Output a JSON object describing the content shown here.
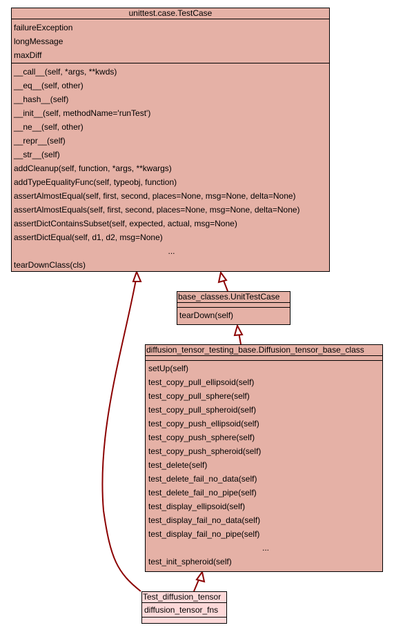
{
  "classes": {
    "testcase": {
      "title": "unittest.case.TestCase",
      "attributes": [
        "failureException",
        "longMessage",
        "maxDiff"
      ],
      "methods": [
        "__call__(self, *args, **kwds)",
        "__eq__(self, other)",
        "__hash__(self)",
        "__init__(self, methodName='runTest')",
        "__ne__(self, other)",
        "__repr__(self)",
        "__str__(self)",
        "addCleanup(self, function, *args, **kwargs)",
        "addTypeEqualityFunc(self, typeobj, function)",
        "assertAlmostEqual(self, first, second, places=None, msg=None, delta=None)",
        "assertAlmostEquals(self, first, second, places=None, msg=None, delta=None)",
        "assertDictContainsSubset(self, expected, actual, msg=None)",
        "assertDictEqual(self, d1, d2, msg=None)",
        "...",
        "tearDownClass(cls)"
      ]
    },
    "unittestcase": {
      "title": "base_classes.UnitTestCase",
      "methods": [
        "tearDown(self)"
      ]
    },
    "diffusion_base": {
      "title": "diffusion_tensor_testing_base.Diffusion_tensor_base_class",
      "methods": [
        "setUp(self)",
        "test_copy_pull_ellipsoid(self)",
        "test_copy_pull_sphere(self)",
        "test_copy_pull_spheroid(self)",
        "test_copy_push_ellipsoid(self)",
        "test_copy_push_sphere(self)",
        "test_copy_push_spheroid(self)",
        "test_delete(self)",
        "test_delete_fail_no_data(self)",
        "test_delete_fail_no_pipe(self)",
        "test_display_ellipsoid(self)",
        "test_display_fail_no_data(self)",
        "test_display_fail_no_pipe(self)",
        "...",
        "test_init_spheroid(self)"
      ]
    },
    "test_diffusion": {
      "title": "Test_diffusion_tensor",
      "attributes": [
        "diffusion_tensor_fns"
      ]
    }
  },
  "colors": {
    "class_fill": "#e5b1a6",
    "highlight_fill": "#fdd9d9",
    "edge": "#8b0000"
  }
}
